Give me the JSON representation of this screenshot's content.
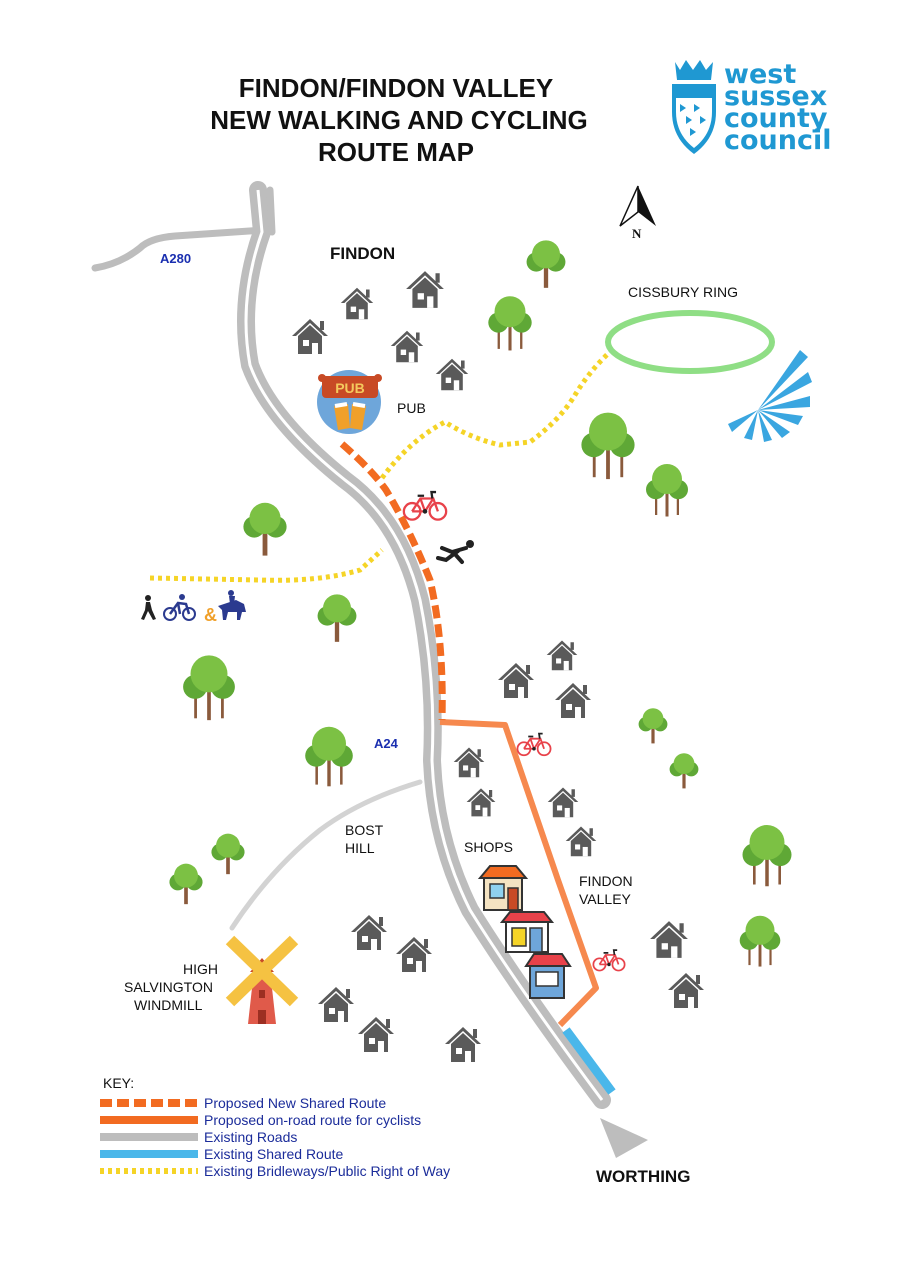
{
  "title": {
    "line1": "FINDON/FINDON VALLEY",
    "line2": "NEW WALKING AND CYCLING",
    "line3": "ROUTE MAP"
  },
  "logo": {
    "line1": "west",
    "line2": "sussex",
    "line3": "county",
    "line4": "council",
    "color": "#1f98d2"
  },
  "compass": {
    "label": "N"
  },
  "places": {
    "findon": "FINDON",
    "cissbury": "CISSBURY RING",
    "pub": "PUB",
    "bost_line1": "BOST",
    "bost_line2": "HILL",
    "shops": "SHOPS",
    "valley_line1": "FINDON",
    "valley_line2": "VALLEY",
    "windmill_line1": "HIGH",
    "windmill_line2": "SALVINGTON",
    "windmill_line3": "WINDMILL",
    "worthing": "WORTHING"
  },
  "roads": {
    "a280": "A280",
    "a24": "A24"
  },
  "icons": {
    "pub_sign": "PUB",
    "amp": "&"
  },
  "key": {
    "title": "KEY:",
    "items": [
      {
        "label": "Proposed New Shared Route",
        "color": "#f26b21",
        "style": "dashed"
      },
      {
        "label": "Proposed on-road route for cyclists",
        "color": "#f26b21",
        "style": "solid"
      },
      {
        "label": "Existing Roads",
        "color": "#bdbdbd",
        "style": "solid"
      },
      {
        "label": "Existing Shared Route",
        "color": "#4ab7ea",
        "style": "solid"
      },
      {
        "label": "Existing Bridleways/Public Right of Way",
        "color": "#f5d427",
        "style": "dotted"
      }
    ]
  },
  "colors": {
    "orange": "#f26b21",
    "road": "#bdbdbd",
    "shared": "#4ab7ea",
    "bridleway": "#f5d427",
    "cissbury": "#8fde85",
    "tree": "#7cc144",
    "house": "#5a5a5a"
  }
}
